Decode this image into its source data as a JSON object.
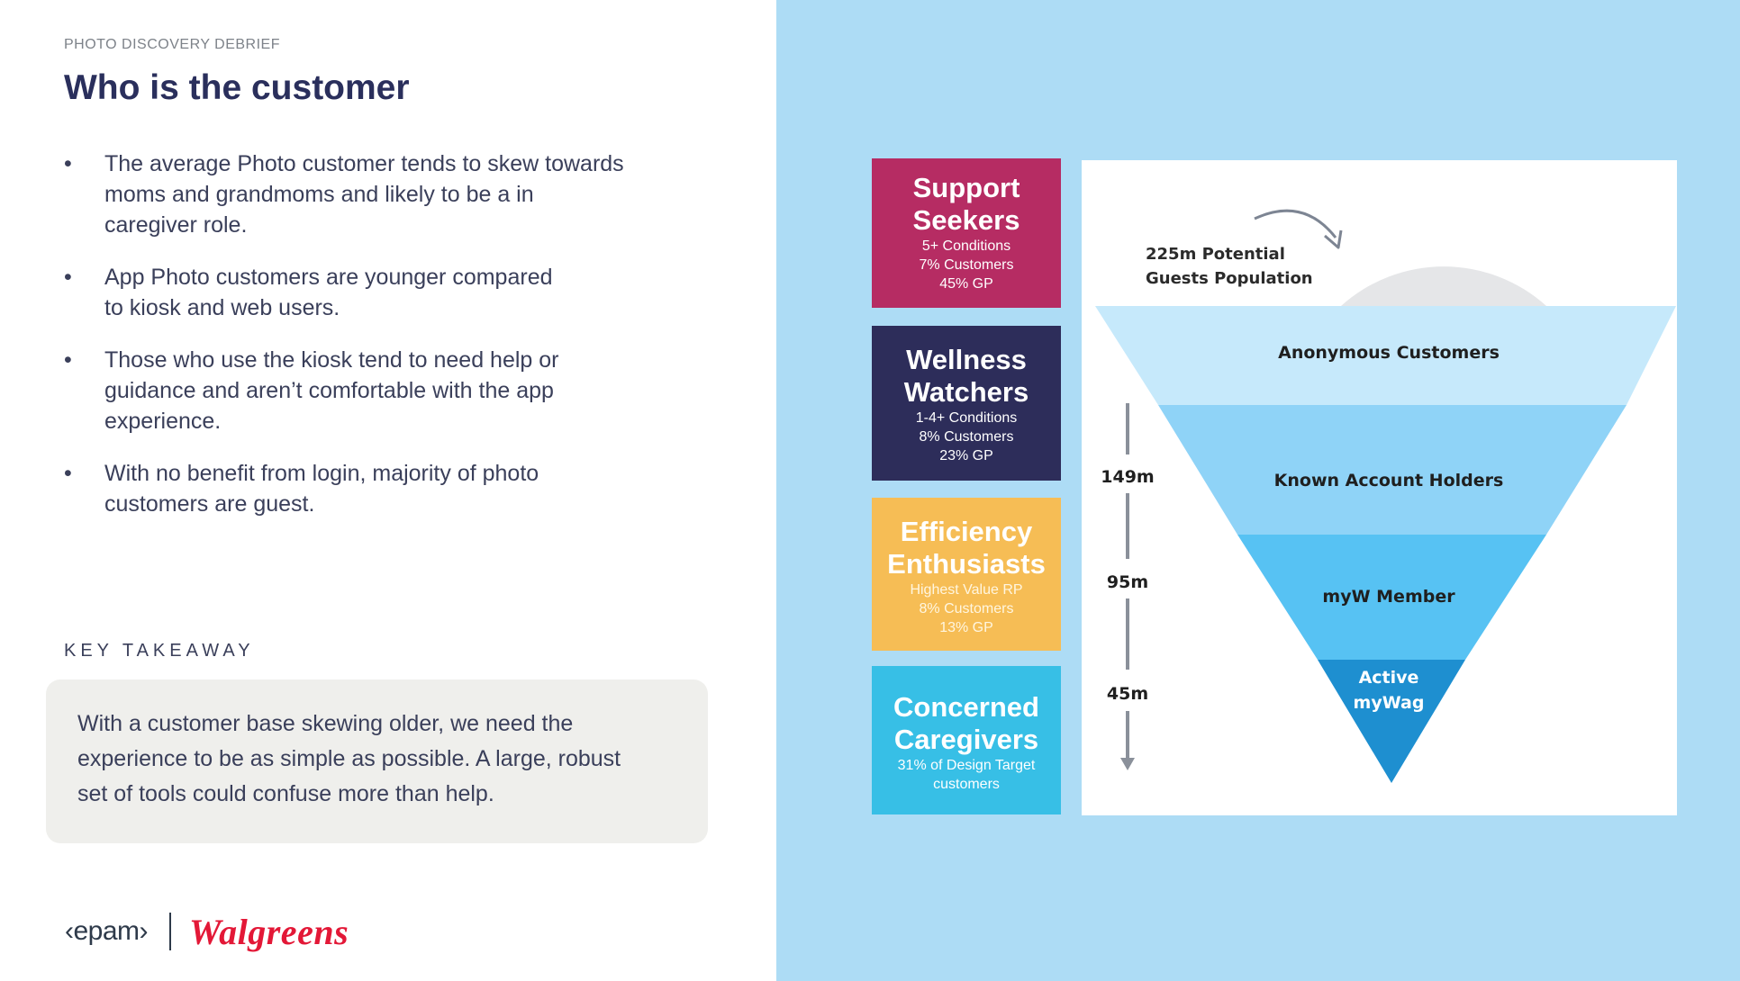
{
  "header": {
    "eyebrow": "PHOTO DISCOVERY DEBRIEF",
    "title": "Who is the customer"
  },
  "bullets": [
    {
      "marker": "•",
      "line1": "The average Photo customer tends to skew towards",
      "line2": "moms and grandmoms and likely to be a in",
      "line3": "caregiver role."
    },
    {
      "marker": "•",
      "line1": "App Photo customers are younger compared",
      "line2": "to kiosk and web users.",
      "line3": ""
    },
    {
      "marker": "•",
      "line1": "Those who use the kiosk tend to need help or",
      "line2": "guidance and aren’t comfortable with the app",
      "line3": "experience."
    },
    {
      "marker": "•",
      "line1": "With no benefit from login, majority of photo",
      "line2": "customers are guest.",
      "line3": ""
    }
  ],
  "key_takeaway": {
    "label": "KEY TAKEAWAY",
    "line1": "With a customer base skewing older, we need the",
    "line2": "experience to be as simple as possible. A large, robust",
    "line3": "set of tools could confuse more than help."
  },
  "logos": {
    "epam": "‹epam›",
    "walgreens": "Walgreens"
  },
  "segments": [
    {
      "title1": "Support",
      "title2": "Seekers",
      "lines": [
        "5+ Conditions",
        "7% Customers",
        "45% GP"
      ],
      "color": "#b62c63"
    },
    {
      "title1": "Wellness",
      "title2": "Watchers",
      "lines": [
        "1-4+ Conditions",
        "8% Customers",
        "23% GP"
      ],
      "color": "#2d2d5a"
    },
    {
      "title1": "Efficiency",
      "title2": "Enthusiasts",
      "lines": [
        "Highest Value RP",
        "8% Customers",
        "13% GP"
      ],
      "color": "#f6bd55"
    },
    {
      "title1": "Concerned",
      "title2": "Caregivers",
      "lines": [
        "31% of Design Target",
        "customers"
      ],
      "color": "#37bfe6"
    }
  ],
  "funnel": {
    "potential_line1": "225m Potential",
    "potential_line2": "Guests Population",
    "arrow_labels": [
      "149m",
      "95m",
      "45m"
    ],
    "tiers": [
      {
        "label": "Anonymous Customers",
        "color": "#c6e9fb"
      },
      {
        "label": "Known Account Holders",
        "color": "#8fd3f7"
      },
      {
        "label": "myW Member",
        "color": "#57c2f3"
      },
      {
        "label1": "Active",
        "label2": "myWag",
        "color": "#1e8fd0"
      }
    ]
  }
}
